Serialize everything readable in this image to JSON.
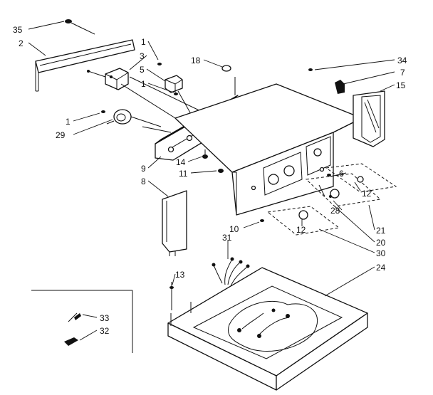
{
  "diagram": {
    "callouts": [
      {
        "id": "c35a",
        "text": "35"
      },
      {
        "id": "c2",
        "text": "2"
      },
      {
        "id": "c1a",
        "text": "1"
      },
      {
        "id": "c3",
        "text": "3"
      },
      {
        "id": "c5",
        "text": "5"
      },
      {
        "id": "c1b",
        "text": "1"
      },
      {
        "id": "c18",
        "text": "18"
      },
      {
        "id": "c34",
        "text": "34"
      },
      {
        "id": "c7",
        "text": "7"
      },
      {
        "id": "c15",
        "text": "15"
      },
      {
        "id": "c1c",
        "text": "1"
      },
      {
        "id": "c29",
        "text": "29"
      },
      {
        "id": "c14",
        "text": "14"
      },
      {
        "id": "c9",
        "text": "9"
      },
      {
        "id": "c11",
        "text": "11"
      },
      {
        "id": "c8",
        "text": "8"
      },
      {
        "id": "c6",
        "text": "6"
      },
      {
        "id": "c12a",
        "text": "12"
      },
      {
        "id": "c28",
        "text": "28"
      },
      {
        "id": "c12b",
        "text": "12"
      },
      {
        "id": "c10",
        "text": "10"
      },
      {
        "id": "c31",
        "text": "31"
      },
      {
        "id": "c21",
        "text": "21"
      },
      {
        "id": "c20",
        "text": "20"
      },
      {
        "id": "c30",
        "text": "30"
      },
      {
        "id": "c24",
        "text": "24"
      },
      {
        "id": "c13",
        "text": "13"
      },
      {
        "id": "c33",
        "text": "33"
      },
      {
        "id": "c32",
        "text": "32"
      }
    ]
  }
}
